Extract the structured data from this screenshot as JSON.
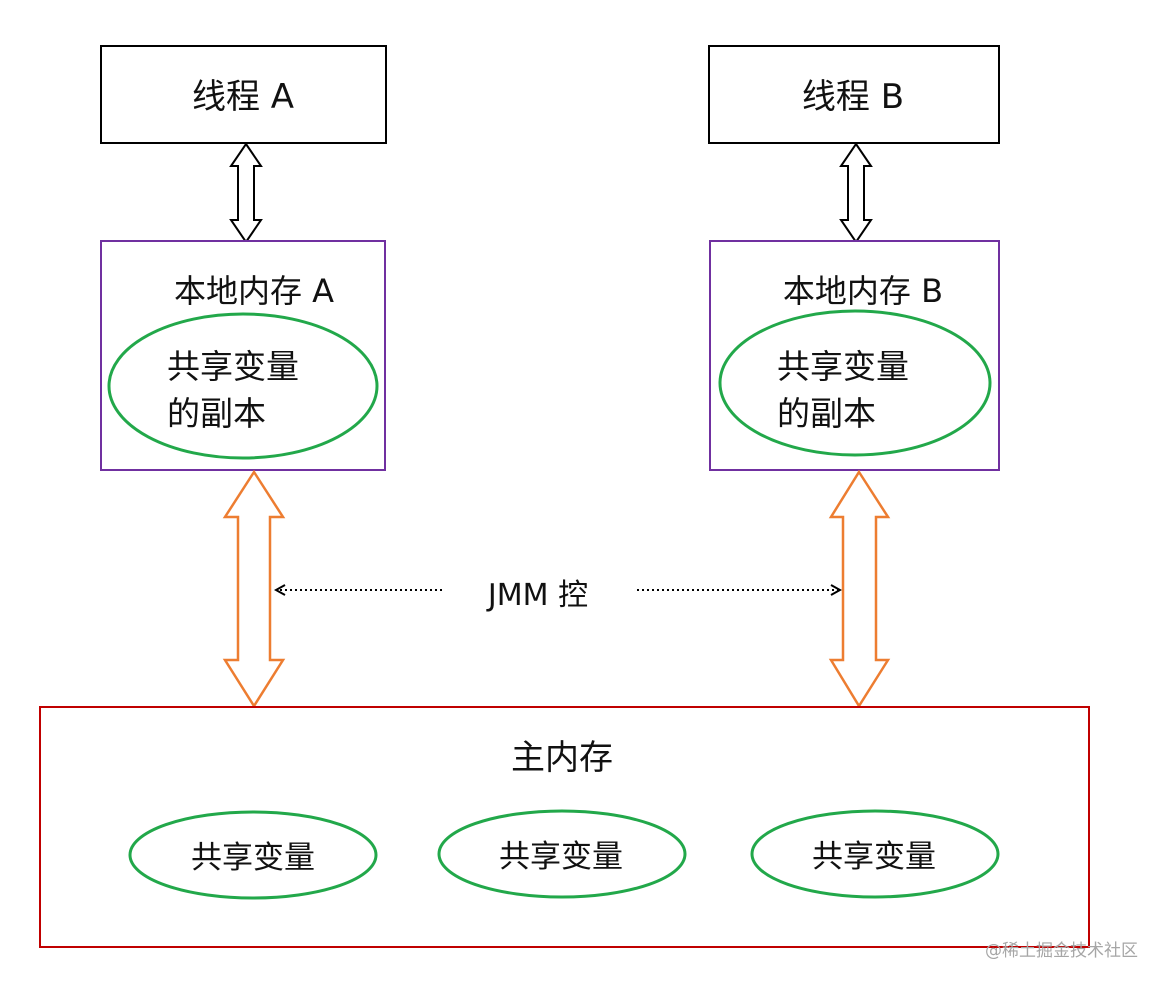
{
  "thread_a": {
    "label": "线程 A"
  },
  "thread_b": {
    "label": "线程 B"
  },
  "local_memory_a": {
    "title": "本地内存 A",
    "copy_line1": "共享变量",
    "copy_line2": "的副本"
  },
  "local_memory_b": {
    "title": "本地内存 B",
    "copy_line1": "共享变量",
    "copy_line2": "的副本"
  },
  "jmm_label": "JMM 控",
  "main_memory": {
    "title": "主内存",
    "shared_vars": [
      "共享变量",
      "共享变量",
      "共享变量"
    ]
  },
  "watermark": "@稀土掘金技术社区",
  "colors": {
    "thread_border": "#000000",
    "local_memory_border": "#7030a0",
    "ellipse_border": "#22a84a",
    "main_memory_border": "#c00000",
    "orange_arrow": "#ed7d31",
    "black_arrow": "#000000"
  }
}
